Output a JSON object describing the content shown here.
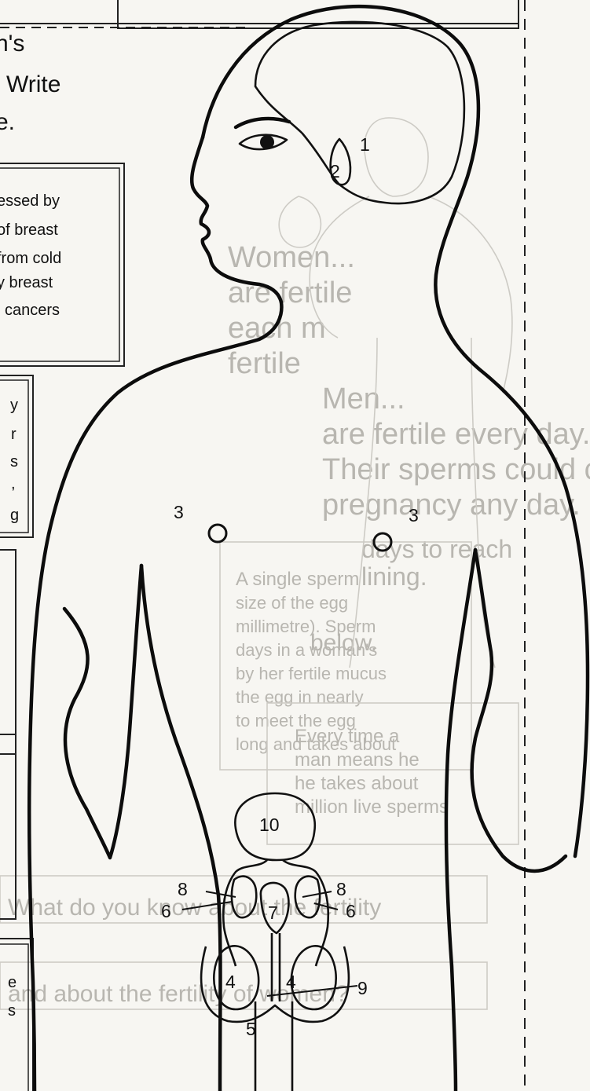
{
  "top_text": {
    "line1": "n's",
    "line2": "Write",
    "line3": "e."
  },
  "info_box": {
    "line1": "essed by",
    "line2": "of breast",
    "line3": "from cold",
    "line4": "y breast",
    "line5": "l cancers"
  },
  "side_fragments": {
    "a": "y",
    "b": "r",
    "c": "s",
    "d": ",",
    "e": "g",
    "f": "e",
    "g": "s"
  },
  "background_text": {
    "women_title": "Women...",
    "women_l1": "are fertile",
    "women_l2": "each m",
    "women_l3": "fertile",
    "men_title": "Men...",
    "men_l1": "are fertile every day.",
    "men_l2": "Their sperms could cau",
    "men_l3": "pregnancy any day.",
    "days_text": "days to reach",
    "lining": "lining.",
    "single_sperm": "A single sperm",
    "size_egg": "size of the egg",
    "millimetre": "millimetre). Sperm",
    "days_womb": "days in a woman's",
    "fertile_mucus": "by her fertile mucus",
    "egg_nearly": "the egg in nearly",
    "meet_egg": "to meet the egg",
    "long_takes": "long and takes about",
    "below": "below.",
    "every_time": "Every time a",
    "man_means": "man means he",
    "takes_about": "he takes about",
    "live_sperms": "million live sperms",
    "question1": "What do you know about the fertility",
    "question2": "and about the fertility of women?"
  },
  "diagram": {
    "labels": {
      "brain_1": "1",
      "brain_2": "2",
      "breast_left": "3",
      "breast_right": "3",
      "testis_left": "4",
      "testis_right": "4",
      "penis": "5",
      "tube_left": "6",
      "tube_right": "6",
      "prostate": "7",
      "vesicle_left": "8",
      "vesicle_right": "8",
      "urethra": "9",
      "bladder": "10"
    }
  }
}
